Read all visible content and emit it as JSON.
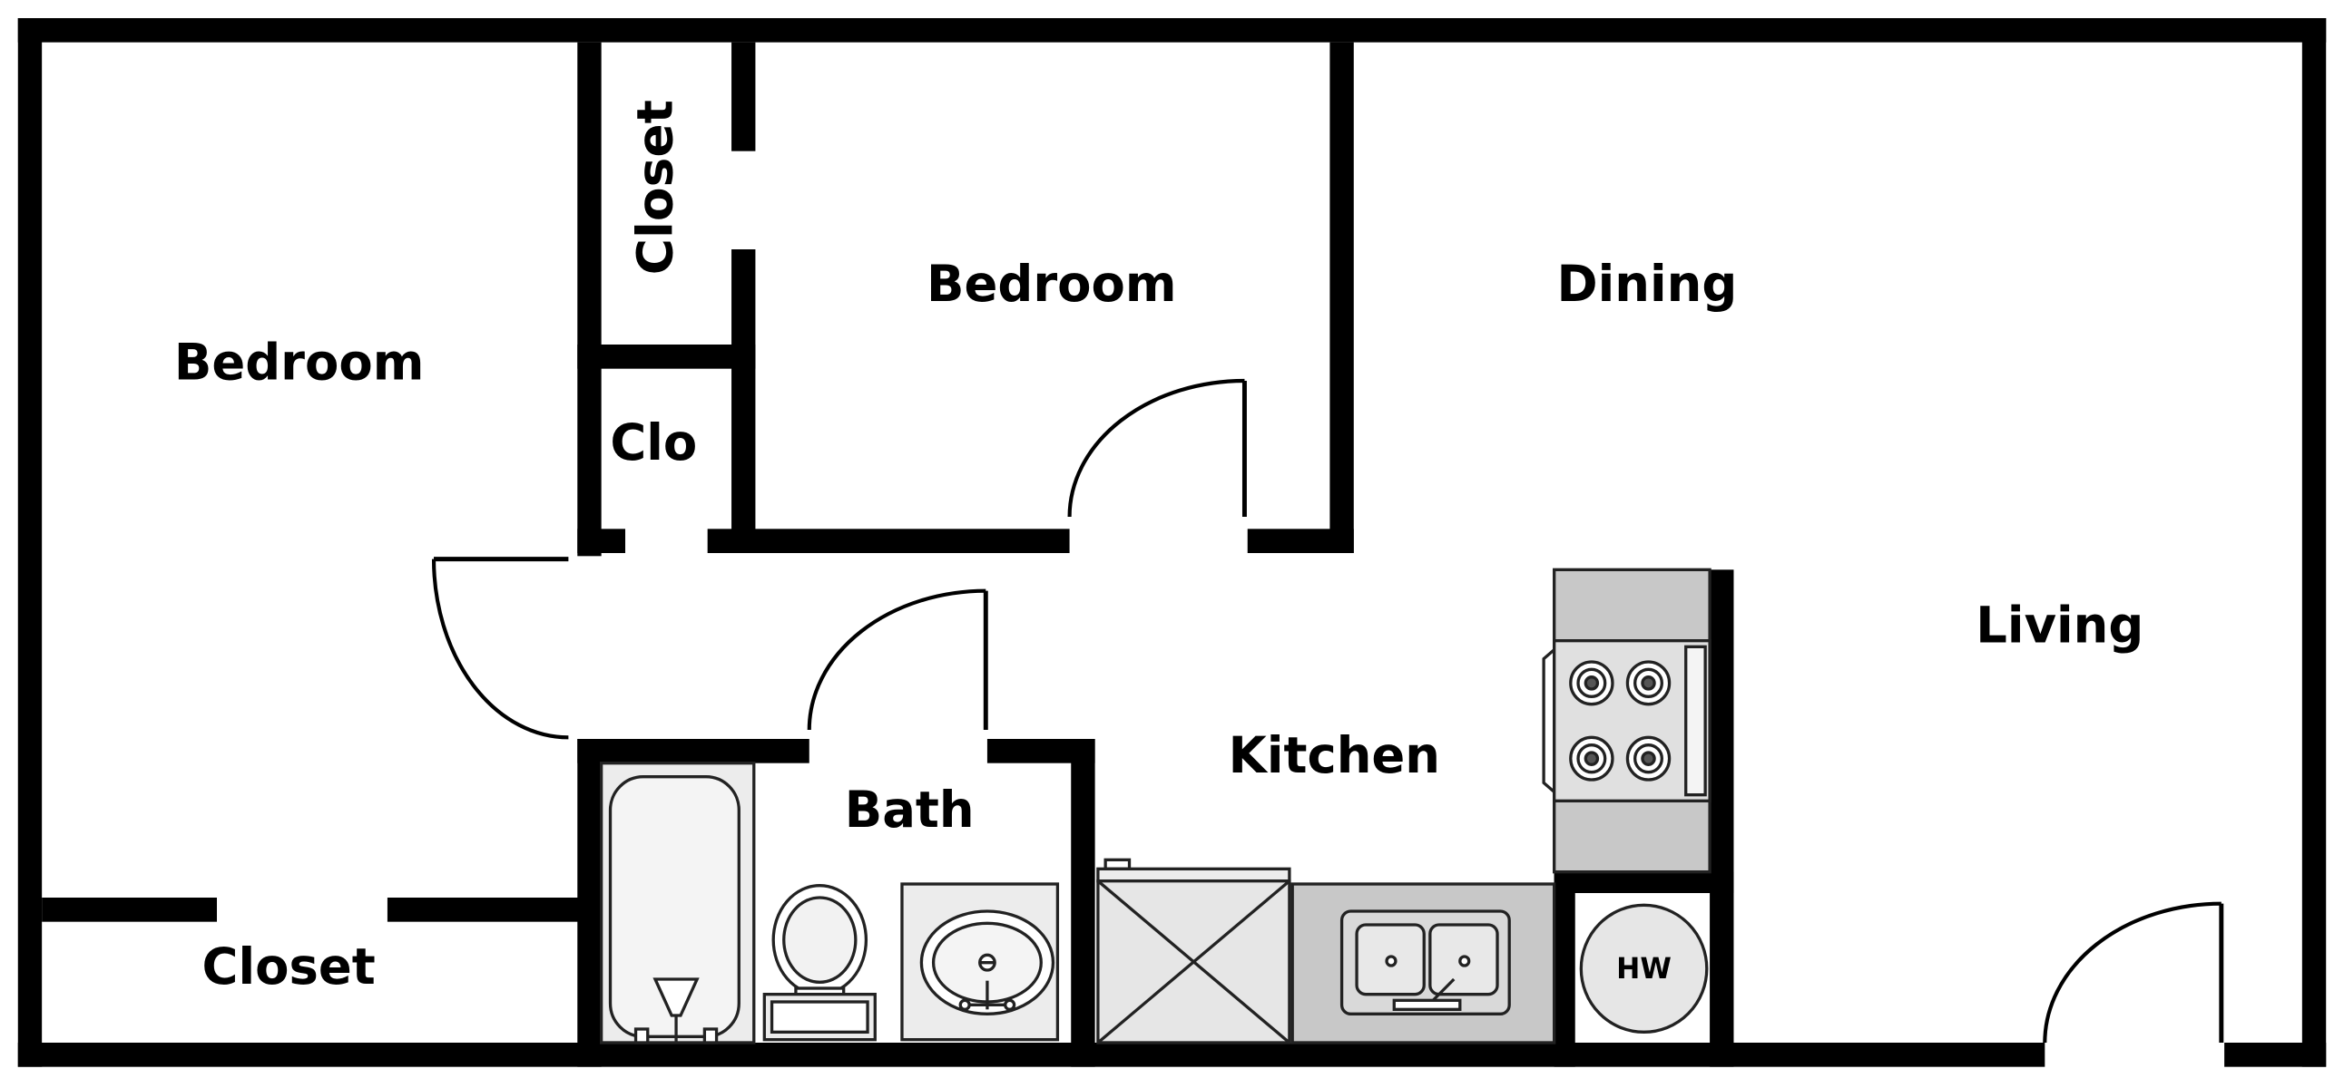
{
  "plan": {
    "rooms": {
      "bedroom_left": "Bedroom",
      "bedroom_center": "Bedroom",
      "closet_upper": "Closet",
      "clo": "Clo",
      "closet_lower": "Closet",
      "dining": "Dining",
      "living": "Living",
      "kitchen": "Kitchen",
      "bath": "Bath"
    },
    "appliances": {
      "water_heater": "HW"
    },
    "colors": {
      "wall": "#000000",
      "counter": "#c8c8c8",
      "fixture_fill": "#e6e6e6"
    }
  }
}
